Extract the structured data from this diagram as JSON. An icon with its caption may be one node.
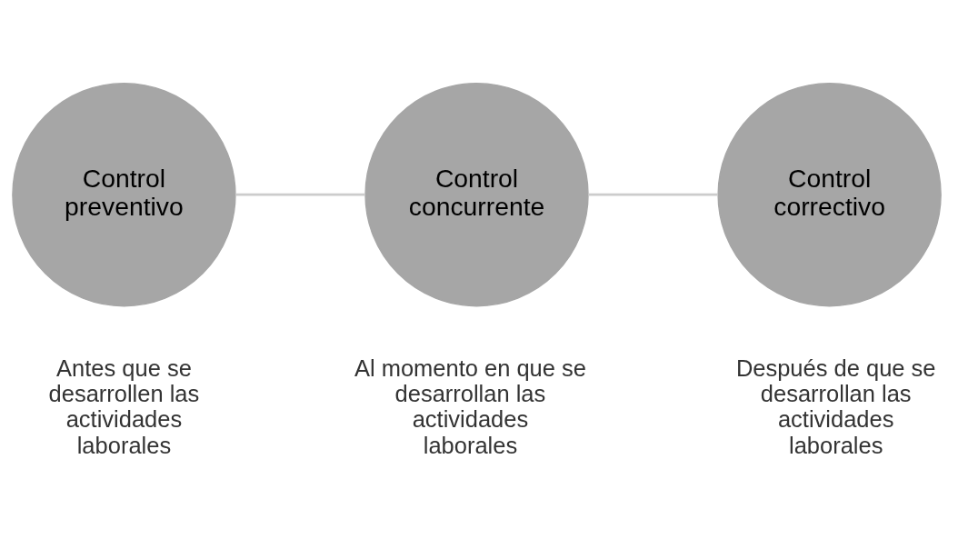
{
  "diagram": {
    "nodes": [
      {
        "text": [
          "Control preventivo"
        ],
        "beside": [
          "Antes que se desarrollen las actividades laborales"
        ]
      },
      {
        "text": [
          "Control concurrente"
        ],
        "beside": [
          "Al momento en que se desarrollan las actividades laborales"
        ]
      },
      {
        "text": [
          "Control correctivo"
        ],
        "beside": [
          "Después de que se desarrollan las actividades laborales"
        ]
      }
    ],
    "edges": [
      {
        "from": 0,
        "to": 1,
        "arrow": "none"
      },
      {
        "from": 1,
        "to": 2,
        "arrow": "none"
      }
    ]
  }
}
